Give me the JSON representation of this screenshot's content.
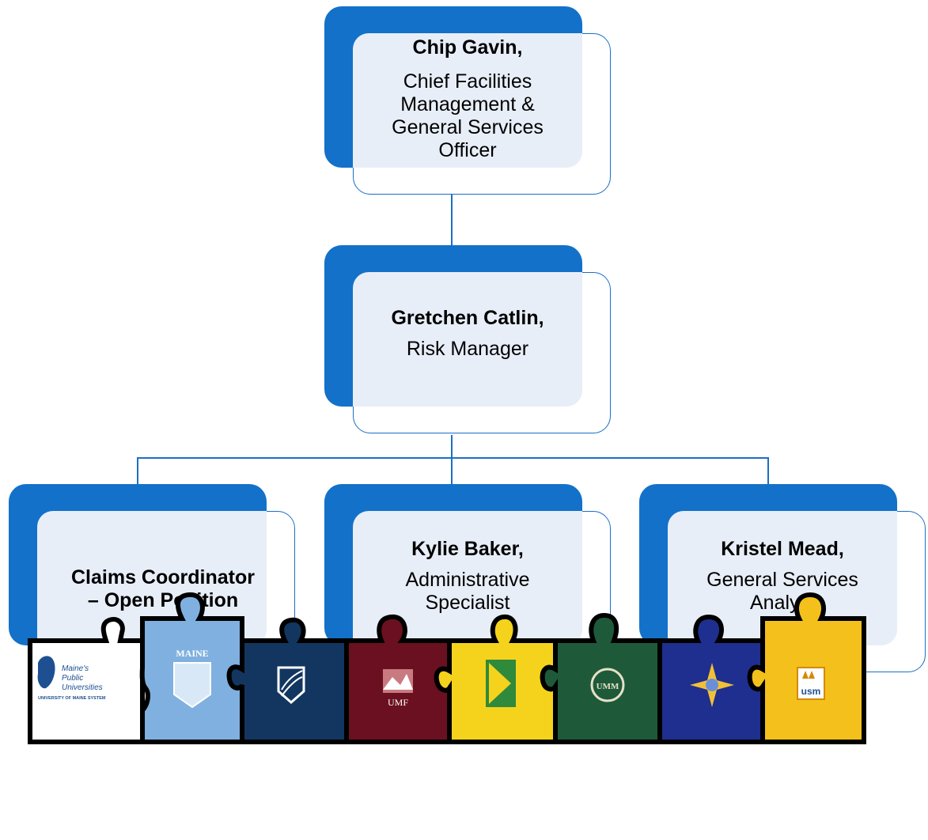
{
  "nodes": {
    "chief": {
      "name": "Chip Gavin,",
      "title": "Chief Facilities\nManagement &\nGeneral Services\nOfficer"
    },
    "risk": {
      "name": "Gretchen Catlin,",
      "title": "Risk Manager"
    },
    "claims": {
      "name": "Claims Coordinator\n– Open Position",
      "title": ""
    },
    "admin": {
      "name": "Kylie Baker,",
      "title": "Administrative\nSpecialist"
    },
    "gsa": {
      "name": "Kristel Mead,",
      "title": "General Services\nAnalyst"
    }
  },
  "logos": {
    "system": {
      "line1": "Maine's",
      "line2": "Public",
      "line3": "Universities",
      "footer": "UNIVERSITY OF MAINE SYSTEM"
    },
    "umaine": {
      "label": "MAINE"
    },
    "umf": {
      "label": "UMF"
    },
    "umm": {
      "label": "UMM"
    },
    "usm": {
      "label": "usm"
    }
  },
  "colors": {
    "box_dark": "#1371c9",
    "box_light": "#e8eef8",
    "connector": "#1b6fc4",
    "piece_system": "#ffffff",
    "piece_umaine": "#7fb0e0",
    "piece_uma": "#12365f",
    "piece_umf": "#6b1020",
    "piece_umfk": "#f5d31c",
    "piece_umm": "#1e5a3a",
    "piece_umpi": "#1f2f8f",
    "piece_usm": "#f4c01c"
  }
}
